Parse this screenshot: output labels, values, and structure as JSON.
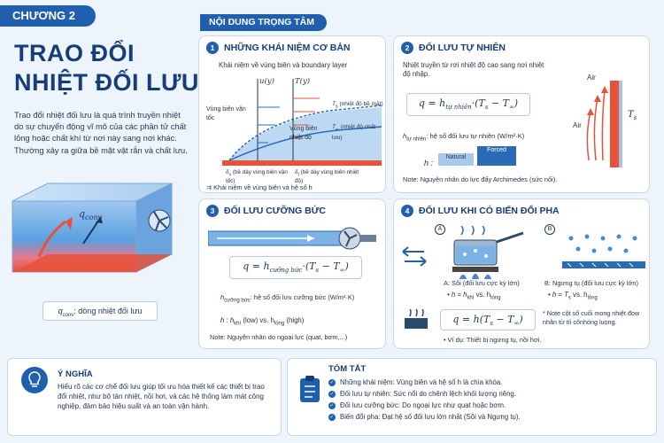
{
  "header": {
    "chapter": "CHƯƠNG 2",
    "title_line1": "TRAO ĐỔI",
    "title_line2": "NHIỆT ĐỐI LƯU"
  },
  "intro": {
    "description": "Trao đổi nhiệt đối lưu là quá trình truyền nhiệt do sự chuyển động vĩ mô của các phần tử chất lỏng hoặc chất khí từ nơi này sang nơi khác. Thường xảy ra giữa bề mặt vật rắn và chất lưu.",
    "q_label": "q",
    "q_sub": "conv",
    "q_text": ": dòng nhiệt đối lưu",
    "arrow_q": "q",
    "arrow_sub": "conv"
  },
  "section_title": "NỘI DUNG TRỌNG TÂM",
  "p1": {
    "num": "1",
    "title": "NHỮNG KHÁI NIỆM CƠ BẢN",
    "subtitle": "Khái niệm về vùng biên và boundary layer",
    "uy": "u(y)",
    "ty": "T(y)",
    "vel_label": "Vùng biên vận tốc",
    "heat_label": "Vùng biên nhiệt độ",
    "ts_label": "T",
    "ts_sub": "s",
    "ts_note": "(nhiệt độ bề mặt)",
    "tinf_label": "T",
    "tinf_sub": "∞",
    "tinf_note": "(nhiệt độ chất lưu)",
    "dv": "δ",
    "dv_sub": "v",
    "dv_note": "(bề dày vùng biên vận tốc)",
    "dt": "δ",
    "dt_sub": "t",
    "dt_note": "(bề dày vùng biên nhiệt độ)",
    "caption": "Khái niệm về vùng biên và hệ số h"
  },
  "p2": {
    "num": "2",
    "title": "ĐỐI LƯU TỰ NHIÊN",
    "desc": "Nhiệt truyền từ rơi nhiệt độ cao sang nơi nhiệt độ nhập.",
    "formula": "q = h",
    "formula_sub": "tự nhiên",
    "formula_tail": "·(T",
    "formula_tail2": "s",
    "formula_tail3": " − T",
    "formula_tail4": "∞",
    "formula_end": ")",
    "h_def": "h",
    "h_sub": "tự nhiên",
    "h_text": ": hệ số đối lưu tự nhiên (W/m²·K)",
    "h_label": "h :",
    "natural": "Natural",
    "forced": "Forced",
    "air1": "Air",
    "air2": "Air",
    "ts": "T",
    "ts_sub": "s",
    "note": "Note: Nguyên nhân do lực đẩy Archimedes (sức nổi)."
  },
  "p3": {
    "num": "3",
    "title": "ĐỐI LƯU CƯỠNG BỨC",
    "formula": "q = h",
    "formula_sub": "cưỡng bức",
    "formula_tail": "·(T",
    "formula_tail2": "s",
    "formula_tail3": " − T",
    "formula_tail4": "∞",
    "formula_end": ")",
    "h_def": "h",
    "h_sub": "cưỡng bức",
    "h_text": ": hệ số đối lưu cưỡng bức (W/m²·K)",
    "h_line": "h : h",
    "h_khi": "khí",
    "h_mid": " (low) vs. h",
    "h_long": "lỏng",
    "h_end": " (high)",
    "note": "Note: Nguyên nhân do ngoại lực (quạt, bơm,...)"
  },
  "p4": {
    "num": "4",
    "title": "ĐỐI LƯU KHI CÓ BIẾN ĐỔI PHA",
    "a": "A",
    "b": "B",
    "a_label": "A: Sôi (đối lưu cực kỳ lớn)",
    "a_rel": "• h = h",
    "a_rel_sub": "khí",
    "a_rel_mid": " vs. h",
    "a_rel_sub2": "lỏng",
    "b_label": "B: Ngưng tụ (đối lưu cực kỳ lớn)",
    "b_rel": "• h = T",
    "b_rel_sub": "s",
    "b_rel_mid": " vs. h",
    "b_rel_sub2": "lỏng",
    "formula": "q = h(T",
    "formula_sub": "s",
    "formula_mid": " − T",
    "formula_sub2": "∞",
    "formula_end": ")",
    "note": "* Note cột số cuối mong nhiệt đow nhân từ tíi cônhóng luọng.",
    "example": "• Ví dụ: Thiết bị ngưng tụ, nồi hơi."
  },
  "meaning": {
    "title": "Ý NGHĨA",
    "text": "Hiểu rõ các cơ chế đối lưu giúp tối ưu hóa thiết kế các thiết bị trao đổi nhiệt, như bộ tản nhiệt, nồi hơi, và các hệ thống làm mát công nghiệp, đảm bảo hiệu suất và an toàn vận hành."
  },
  "summary": {
    "title": "TÓM TẮT",
    "items": [
      "Những khái niệm: Vùng biên và hệ số h là chìa khóa.",
      "Đối lưu tự nhiên: Sức nổi do chênh lệch khối lượng riêng.",
      "Đối lưu cưỡng bức: Do ngoại lực như quạt hoặc bơm.",
      "Biến đổi pha: Đạt hệ số đối lưu lớn nhất (Sôi và Ngưng tụ)."
    ]
  },
  "colors": {
    "primary": "#1f5fae",
    "dark": "#143d7a",
    "hot": "#e8523a",
    "cold": "#3a8ee0"
  },
  "icons": [
    "lightbulb-icon",
    "clipboard-icon",
    "fan-icon",
    "pump-icon",
    "pot-icon",
    "droplets-icon",
    "swap-arrows-icon",
    "radiator-icon"
  ]
}
